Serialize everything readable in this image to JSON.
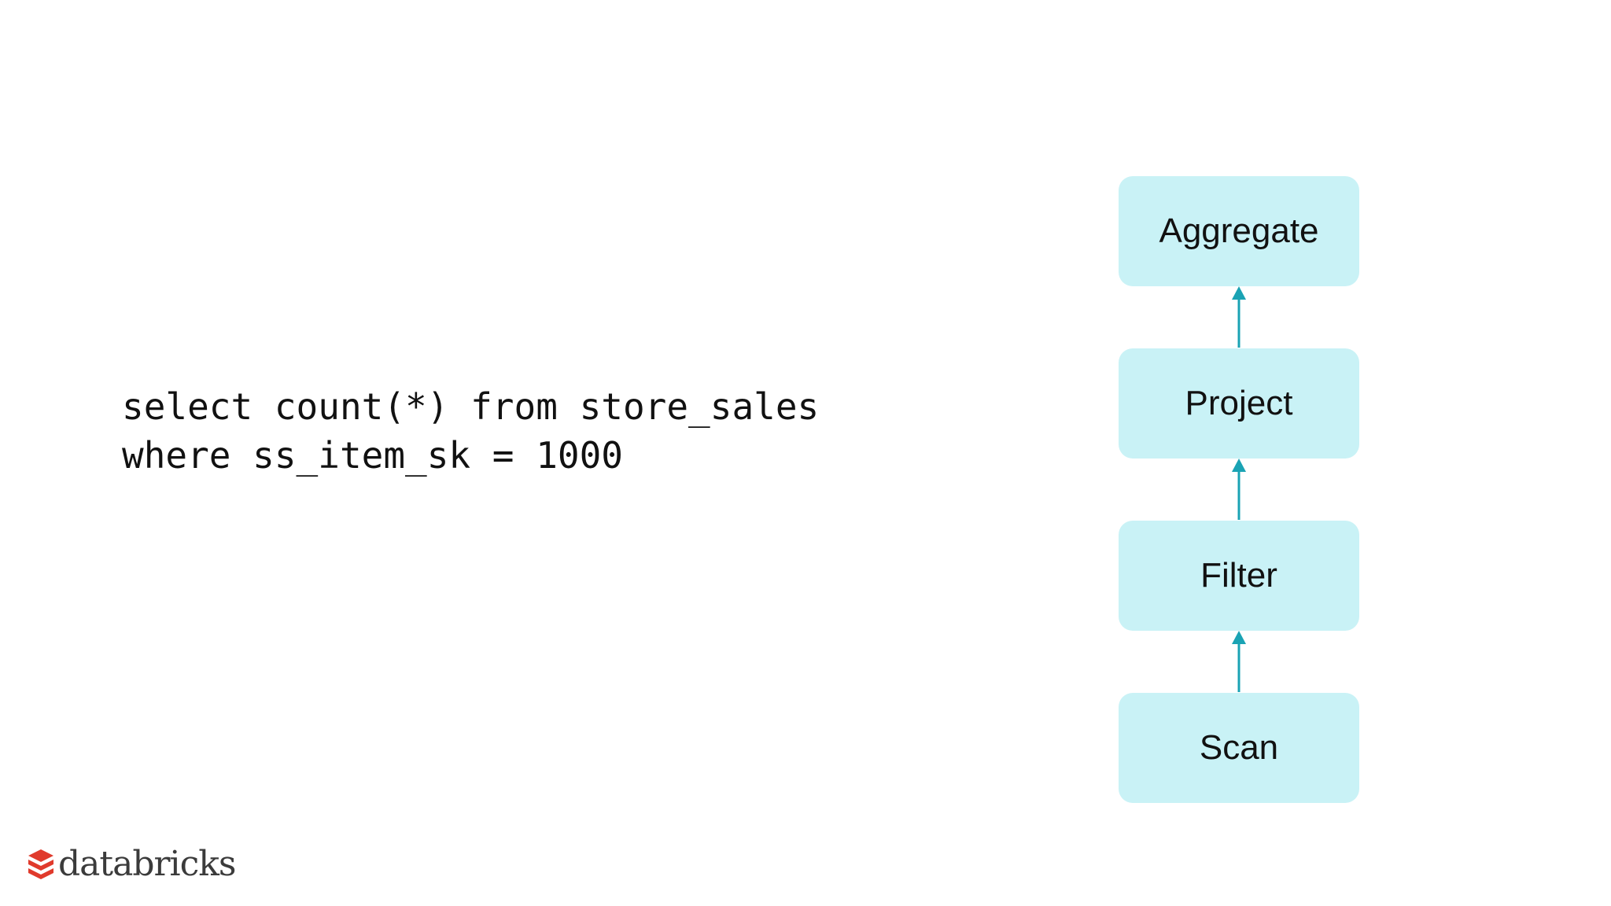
{
  "code": {
    "lines": [
      "select count(*) from store_sales",
      "where ss_item_sk = 1000"
    ]
  },
  "plan": {
    "nodes": [
      {
        "id": "aggregate",
        "label": "Aggregate"
      },
      {
        "id": "project",
        "label": "Project"
      },
      {
        "id": "filter",
        "label": "Filter"
      },
      {
        "id": "scan",
        "label": "Scan"
      }
    ],
    "edges": [
      {
        "from": "scan",
        "to": "filter"
      },
      {
        "from": "filter",
        "to": "project"
      },
      {
        "from": "project",
        "to": "aggregate"
      }
    ],
    "node_color": "#c9f2f6",
    "arrow_color": "#1aa3b4"
  },
  "brand": {
    "logo_text": "databricks",
    "logo_color": "#e03a2c",
    "logo_icon": "databricks-layers-icon"
  }
}
